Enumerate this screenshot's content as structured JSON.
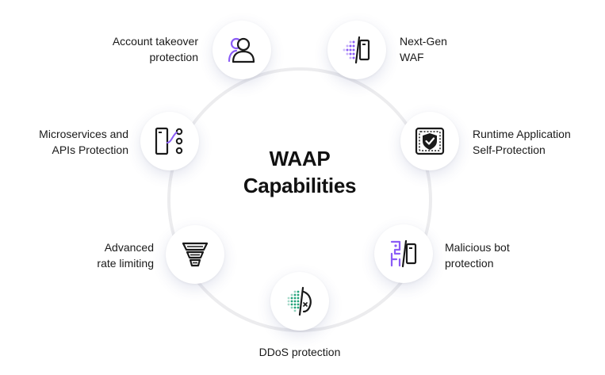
{
  "diagram": {
    "title_line1": "WAAP",
    "title_line2": "Capabilities",
    "accent_purple": "#8b5cf6",
    "accent_green": "#22a37a",
    "ring_color": "#ececee",
    "nodes": [
      {
        "line1": "Account takeover",
        "line2": "protection",
        "icon": "user-icon"
      },
      {
        "line1": "Next-Gen",
        "line2": "WAF",
        "icon": "waf-icon"
      },
      {
        "line1": "Runtime Application",
        "line2": "Self-Protection",
        "icon": "shield-chip-icon"
      },
      {
        "line1": "Malicious bot",
        "line2": "protection",
        "icon": "bot-icon"
      },
      {
        "line1": "DDoS protection",
        "line2": "",
        "icon": "ddos-icon"
      },
      {
        "line1": "Advanced",
        "line2": "rate limiting",
        "icon": "funnel-icon"
      },
      {
        "line1": "Microservices and",
        "line2": "APIs Protection",
        "icon": "microservices-icon"
      }
    ]
  }
}
